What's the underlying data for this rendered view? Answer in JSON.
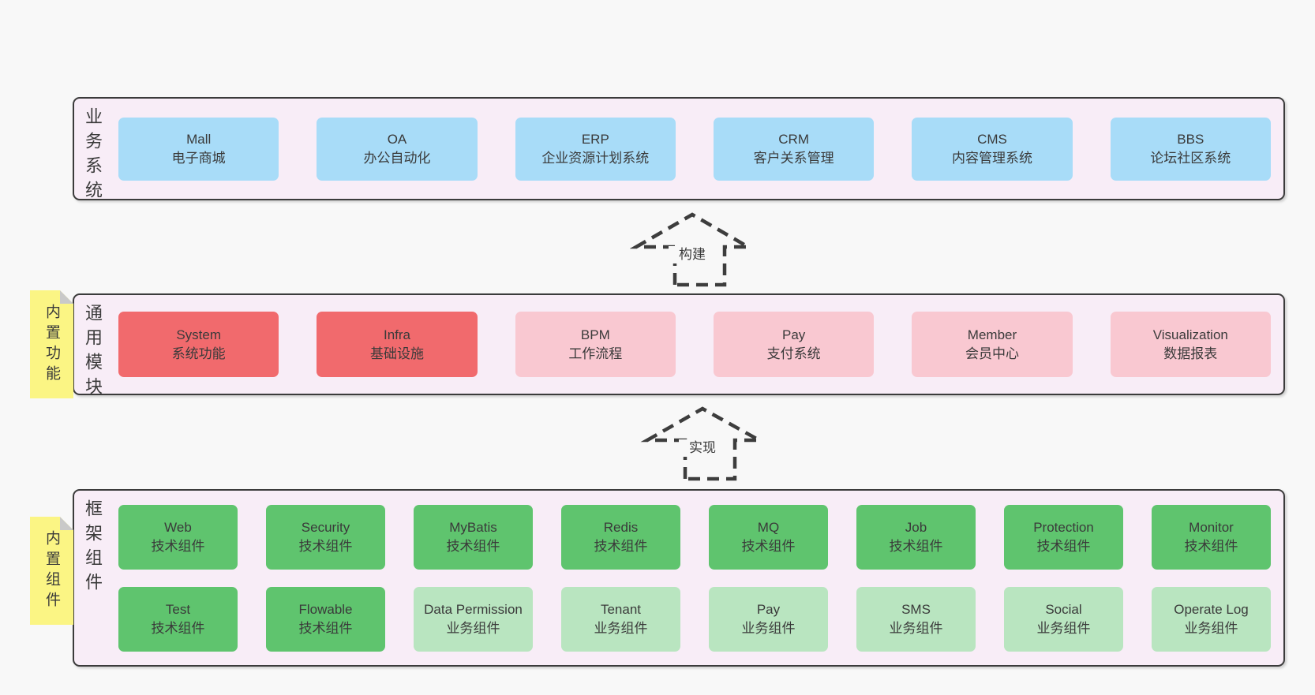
{
  "diagram": {
    "colors": {
      "bg": "#f8f8f8",
      "panel": "#f8edf7",
      "panel_border": "#3b3b3b",
      "text": "#3a3a3a",
      "blue": "#a8dcf8",
      "red": "#f16a6d",
      "pink": "#f9c8d1",
      "green": "#5fc46e",
      "lightgreen": "#b9e5c0",
      "note": "#fbf584",
      "note_fold": "#c9c9c9",
      "arrow": "#3d3d3d"
    },
    "sections": [
      {
        "label": "业务系统",
        "rows": [
          [
            {
              "en": "Mall",
              "zh": "电子商城",
              "type": "blue"
            },
            {
              "en": "OA",
              "zh": "办公自动化",
              "type": "blue"
            },
            {
              "en": "ERP",
              "zh": "企业资源计划系统",
              "type": "blue"
            },
            {
              "en": "CRM",
              "zh": "客户关系管理",
              "type": "blue"
            },
            {
              "en": "CMS",
              "zh": "内容管理系统",
              "type": "blue"
            },
            {
              "en": "BBS",
              "zh": "论坛社区系统",
              "type": "blue"
            }
          ]
        ]
      },
      {
        "label": "通用模块",
        "note": "内置功能",
        "rows": [
          [
            {
              "en": "System",
              "zh": "系统功能",
              "type": "red"
            },
            {
              "en": "Infra",
              "zh": "基础设施",
              "type": "red"
            },
            {
              "en": "BPM",
              "zh": "工作流程",
              "type": "pink"
            },
            {
              "en": "Pay",
              "zh": "支付系统",
              "type": "pink"
            },
            {
              "en": "Member",
              "zh": "会员中心",
              "type": "pink"
            },
            {
              "en": "Visualization",
              "zh": "数据报表",
              "type": "pink"
            }
          ]
        ]
      },
      {
        "label": "框架组件",
        "note": "内置组件",
        "rows": [
          [
            {
              "en": "Web",
              "zh": "技术组件",
              "type": "green"
            },
            {
              "en": "Security",
              "zh": "技术组件",
              "type": "green"
            },
            {
              "en": "MyBatis",
              "zh": "技术组件",
              "type": "green"
            },
            {
              "en": "Redis",
              "zh": "技术组件",
              "type": "green"
            },
            {
              "en": "MQ",
              "zh": "技术组件",
              "type": "green"
            },
            {
              "en": "Job",
              "zh": "技术组件",
              "type": "green"
            },
            {
              "en": "Protection",
              "zh": "技术组件",
              "type": "green"
            },
            {
              "en": "Monitor",
              "zh": "技术组件",
              "type": "green"
            }
          ],
          [
            {
              "en": "Test",
              "zh": "技术组件",
              "type": "green"
            },
            {
              "en": "Flowable",
              "zh": "技术组件",
              "type": "green"
            },
            {
              "en": "Data Permission",
              "zh": "业务组件",
              "type": "lightgreen"
            },
            {
              "en": "Tenant",
              "zh": "业务组件",
              "type": "lightgreen"
            },
            {
              "en": "Pay",
              "zh": "业务组件",
              "type": "lightgreen"
            },
            {
              "en": "SMS",
              "zh": "业务组件",
              "type": "lightgreen"
            },
            {
              "en": "Social",
              "zh": "业务组件",
              "type": "lightgreen"
            },
            {
              "en": "Operate Log",
              "zh": "业务组件",
              "type": "lightgreen"
            }
          ]
        ]
      }
    ],
    "arrows": [
      {
        "label": "构建"
      },
      {
        "label": "实现"
      }
    ]
  }
}
